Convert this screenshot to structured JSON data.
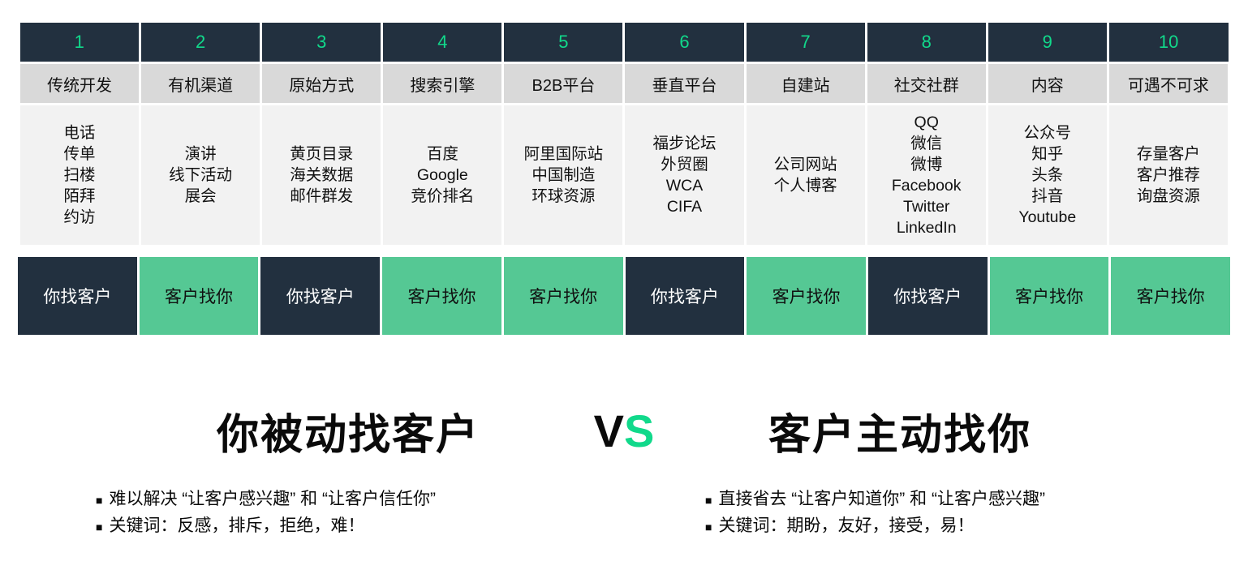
{
  "colors": {
    "dark_navy": "#22303f",
    "green": "#55c894",
    "bright_green": "#11d98b",
    "header_gray": "#d9d9d9",
    "cell_gray": "#f2f2f2"
  },
  "matrix": {
    "numbers": [
      "1",
      "2",
      "3",
      "4",
      "5",
      "6",
      "7",
      "8",
      "9",
      "10"
    ],
    "categories": [
      "传统开发",
      "有机渠道",
      "原始方式",
      "搜索引擎",
      "B2B平台",
      "垂直平台",
      "自建站",
      "社交社群",
      "内容",
      "可遇不可求"
    ],
    "items": [
      [
        "电话",
        "传单",
        "扫楼",
        "陌拜",
        "约访"
      ],
      [
        "演讲",
        "线下活动",
        "展会"
      ],
      [
        "黄页目录",
        "海关数据",
        "邮件群发"
      ],
      [
        "百度",
        "Google",
        "竞价排名"
      ],
      [
        "阿里国际站",
        "中国制造",
        "环球资源"
      ],
      [
        "福步论坛",
        "外贸圈",
        "WCA",
        "CIFA"
      ],
      [
        "公司网站",
        "个人博客"
      ],
      [
        "QQ",
        "微信",
        "微博",
        "Facebook",
        "Twitter",
        "LinkedIn"
      ],
      [
        "公众号",
        "知乎",
        "头条",
        "抖音",
        "Youtube"
      ],
      [
        "存量客户",
        "客户推荐",
        "询盘资源"
      ]
    ]
  },
  "band": {
    "cells": [
      {
        "label": "你找客户",
        "style": "dark"
      },
      {
        "label": "客户找你",
        "style": "green"
      },
      {
        "label": "你找客户",
        "style": "dark"
      },
      {
        "label": "客户找你",
        "style": "green"
      },
      {
        "label": "客户找你",
        "style": "green"
      },
      {
        "label": "你找客户",
        "style": "dark"
      },
      {
        "label": "客户找你",
        "style": "green"
      },
      {
        "label": "你找客户",
        "style": "dark"
      },
      {
        "label": "客户找你",
        "style": "green"
      },
      {
        "label": "客户找你",
        "style": "green"
      }
    ]
  },
  "comparison": {
    "left_title": "你被动找客户",
    "vs_v": "V",
    "vs_s": "S",
    "right_title": "客户主动找你",
    "bullet_marker": "■",
    "left_bullets": [
      "难以解决 “让客户感兴趣” 和 “让客户信任你”",
      "关键词：反感，排斥，拒绝，难！"
    ],
    "right_bullets": [
      "直接省去 “让客户知道你” 和 “让客户感兴趣”",
      "关键词：期盼，友好，接受，易！"
    ]
  }
}
